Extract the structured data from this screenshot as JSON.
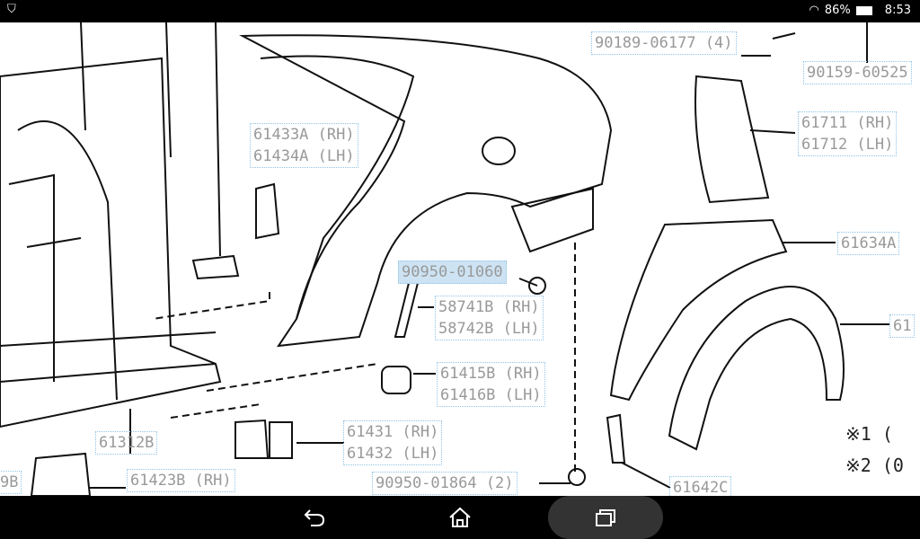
{
  "status_bar": {
    "battery": "86%",
    "time": "8:53"
  },
  "labels": {
    "l1": "90189-06177 (4)",
    "l2": "90159-60525",
    "l3a": "61711 (RH)",
    "l3b": "61712 (LH)",
    "l4a": "61433A (RH)",
    "l4b": "61434A (LH)",
    "l5": "61634A",
    "l6": "61",
    "l7": "90950-01060",
    "l8a": "58741B (RH)",
    "l8b": "58742B (LH)",
    "l9a": "61415B (RH)",
    "l9b": "61416B (LH)",
    "l10a": "61431 (RH)",
    "l10b": "61432 (LH)",
    "l11": "61312B",
    "l12": "90950-01864 (2)",
    "l13": "61642C",
    "l14": "61423B (RH)",
    "l15": "9B",
    "n1": "※1  (",
    "n2": "※2  (0"
  },
  "nav": {
    "back": "back-icon",
    "home": "home-icon",
    "recents": "recents-icon"
  }
}
